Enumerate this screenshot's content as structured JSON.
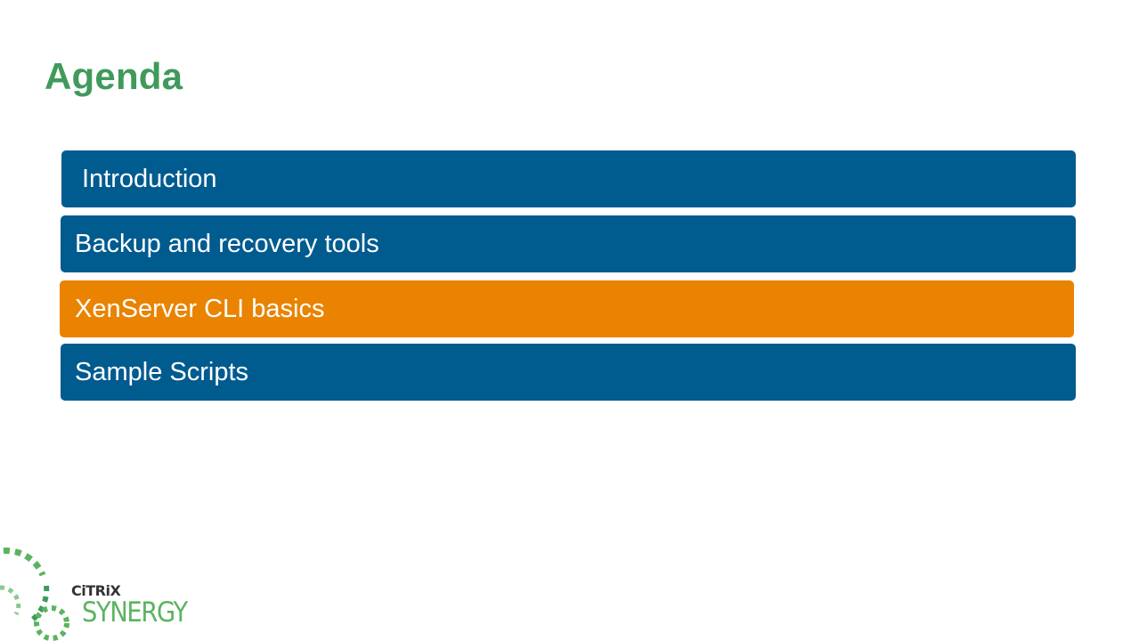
{
  "slide": {
    "title": "Agenda"
  },
  "agenda": {
    "items": [
      {
        "label": "Introduction",
        "state": "default"
      },
      {
        "label": "Backup and recovery tools",
        "state": "default"
      },
      {
        "label": "XenServer CLI basics",
        "state": "active"
      },
      {
        "label": "Sample Scripts",
        "state": "default"
      }
    ]
  },
  "logo": {
    "brand": "CiTRiX",
    "product": "SYNERGY"
  },
  "colors": {
    "title": "#3f9a5b",
    "item_default": "#005b8f",
    "item_active": "#e98300",
    "logo_green": "#5ab45f"
  }
}
